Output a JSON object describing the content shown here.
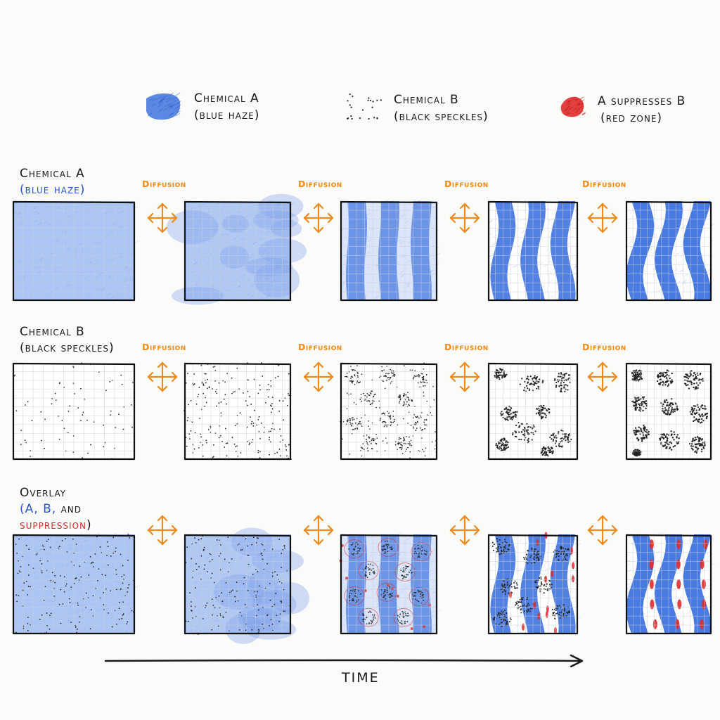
{
  "legend": [
    {
      "line1": "Chemical A",
      "line2": "(blue haze)",
      "swatch": "blue-haze"
    },
    {
      "line1": "Chemical B",
      "line2": "(black speckles)",
      "swatch": "black-speckles"
    },
    {
      "line1": "A suppresses B",
      "line2": "(red zone)",
      "swatch": "red-zone"
    }
  ],
  "rows": {
    "a": {
      "line1": "Chemical A",
      "line2": "(blue haze)"
    },
    "b": {
      "line1": "Chemical B",
      "line2": "(black speckles)"
    },
    "overlay": {
      "line1": "Overlay",
      "line2_a": "(A, ",
      "line2_b": "B, ",
      "line2_and": "and",
      "line3": "suppression",
      "line3_end": ")"
    }
  },
  "diffusion_label": "Diffusion",
  "time_label": "TIME",
  "colors": {
    "blue": "#3f73e0",
    "blue_light": "#a9c2f2",
    "black": "#222222",
    "red": "#e02a2a",
    "arrow": "#f08a1b",
    "grid": "#c9cfd8"
  }
}
